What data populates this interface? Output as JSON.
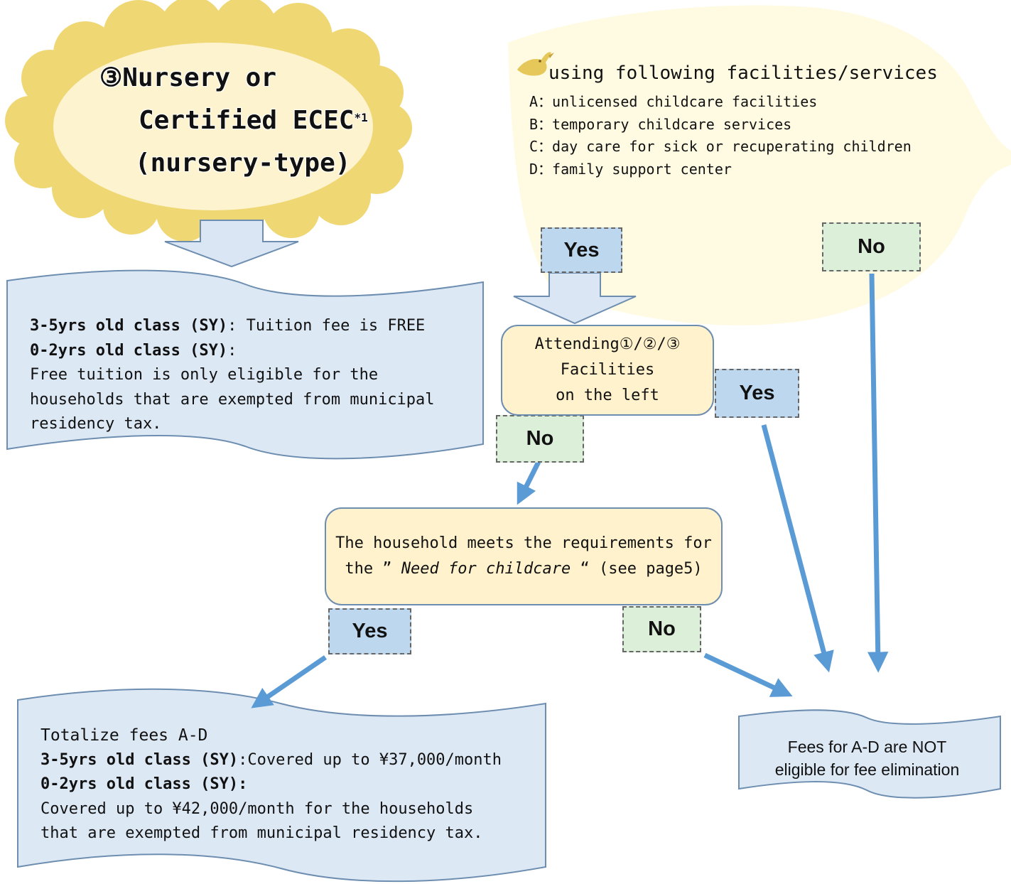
{
  "cloud": {
    "num": "③",
    "line1": "Nursery or",
    "line2": "Certified ECEC",
    "line2_sup": "*1",
    "line3": "(nursery-type)"
  },
  "facilities": {
    "title": "using following facilities/services",
    "items": [
      "A：unlicensed childcare facilities",
      "B：temporary childcare services",
      "C：day care for sick or recuperating children",
      "D：family support center"
    ]
  },
  "tags": {
    "yes": "Yes",
    "no": "No"
  },
  "nursery_result": {
    "line1_bold": "3-5yrs old class (SY)",
    "line1_rest": ": Tuition fee is FREE",
    "line2_bold": "0-2yrs old class (SY)",
    "line2_rest": ":",
    "line3": "Free tuition is only eligible for the",
    "line4": "households that are exempted from municipal",
    "line5": "residency tax."
  },
  "attending": {
    "line1": "Attending①/②/③",
    "line2": "Facilities",
    "line3": "on the left"
  },
  "need": {
    "line1": "The household meets the requirements for",
    "line2_pre": "the ”",
    "line2_em": "Need for childcare",
    "line2_post": "“ (see page5)"
  },
  "covered": {
    "line1": "Totalize fees A-D",
    "line2_bold": "3-5yrs old class (SY)",
    "line2_rest": ":Covered up to ¥37,000/month",
    "line3_bold": "0-2yrs old class (SY):",
    "line4": "Covered up to ¥42,000/month for the households",
    "line5": "that are exempted from municipal residency tax."
  },
  "not_eligible": {
    "line1": "Fees for A-D are NOT",
    "line2": "eligible for fee elimination"
  },
  "colors": {
    "box_blue": "#dde8f5",
    "arrow_blue": "#5b9bd5",
    "decision_yellow": "#fff2cc",
    "cloud_yellow": "#efd774",
    "leaf_yellow": "#fffbe3"
  }
}
